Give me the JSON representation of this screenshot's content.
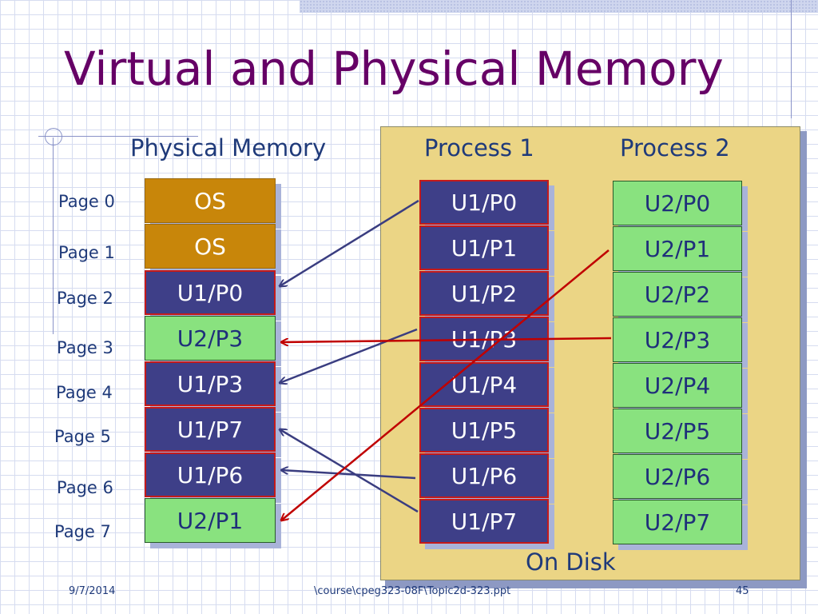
{
  "title": "Virtual and Physical Memory",
  "headers": {
    "physical": "Physical Memory",
    "process1": "Process 1",
    "process2": "Process 2",
    "disk": "On Disk"
  },
  "page_labels": [
    "Page 0",
    "Page 1",
    "Page 2",
    "Page 3",
    "Page 4",
    "Page 5",
    "Page 6",
    "Page 7"
  ],
  "physical_memory": [
    "OS",
    "OS",
    "U1/P0",
    "U2/P3",
    "U1/P3",
    "U1/P7",
    "U1/P6",
    "U2/P1"
  ],
  "process1_pages": [
    "U1/P0",
    "U1/P1",
    "U1/P2",
    "U1/P3",
    "U1/P4",
    "U1/P5",
    "U1/P6",
    "U1/P7"
  ],
  "process2_pages": [
    "U2/P0",
    "U2/P1",
    "U2/P2",
    "U2/P3",
    "U2/P4",
    "U2/P5",
    "U2/P6",
    "U2/P7"
  ],
  "colors": {
    "title": "#660066",
    "os": "#c8860a",
    "process1": "#3e3f88",
    "process2": "#89e27f",
    "disk": "#ebd585",
    "arrow_process1": "#3a3d80",
    "arrow_process2": "#c00000"
  },
  "footer": {
    "date": "9/7/2014",
    "path": "\\course\\cpeg323-08F\\Topic2d-323.ppt",
    "page": "45"
  }
}
